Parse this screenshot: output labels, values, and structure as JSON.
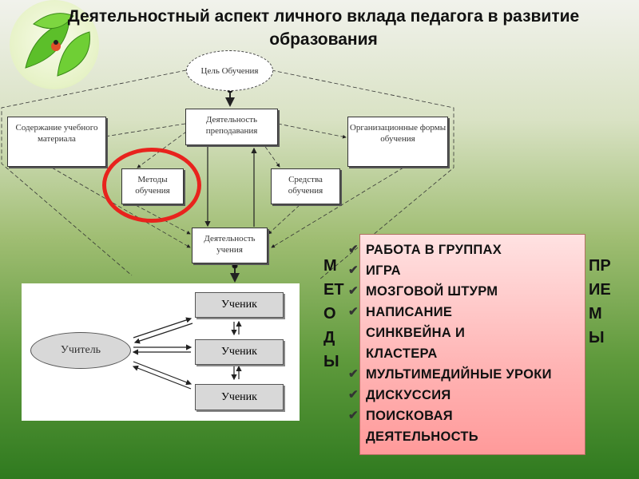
{
  "title": "Деятельностный аспект личного вклада педагога в развитие образования",
  "diagram": {
    "goal": "Цель Обучения",
    "teaching": "Деятельность преподавания",
    "content": "Содержание учебного материала",
    "forms": "Организационные формы обучения",
    "methods": "Методы обучения",
    "means": "Средства обучения",
    "learning": "Деятельность учения"
  },
  "interaction": {
    "teacher": "Учитель",
    "students": [
      "Ученик",
      "Ученик",
      "Ученик"
    ]
  },
  "left_label": [
    "М",
    "ЕТ",
    "О",
    "Д",
    "Ы"
  ],
  "right_label": [
    "ПР",
    "ИЕ",
    "М",
    "Ы"
  ],
  "list_items": [
    "РАБОТА В ГРУППАХ",
    "ИГРА",
    "МОЗГОВОЙ ШТУРМ",
    "НАПИСАНИЕ СИНКВЕЙНА И КЛАСТЕРА",
    "МУЛЬТИМЕДИЙНЫЕ УРОКИ",
    "ДИСКУССИЯ",
    "ПОИСКОВАЯ ДЕЯТЕЛЬНОСТЬ"
  ],
  "colors": {
    "highlight": "#e8231d",
    "pink_box": "#ffb4b4"
  }
}
